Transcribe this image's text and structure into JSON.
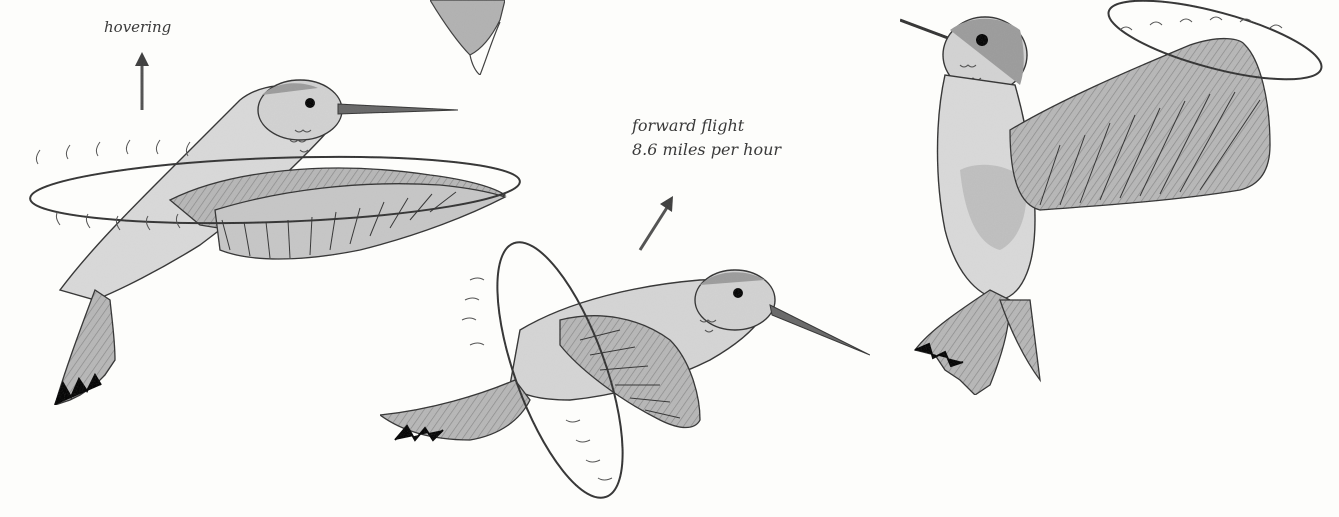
{
  "labels": {
    "hovering": "hovering",
    "forward_line1": "forward flight",
    "forward_line2": "8.6 miles per hour"
  },
  "colors": {
    "ink": "#3c3c3c",
    "wash": "#9a9a9a",
    "light_wash": "#c8c8c8",
    "paper": "#fdfdfb",
    "tail_tip": "#1e1e1e"
  }
}
